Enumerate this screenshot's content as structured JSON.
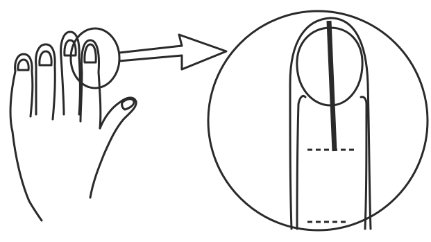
{
  "figure": {
    "kind": "line-drawing",
    "ink_color": "#2a2a2a",
    "background_color": "#ffffff",
    "parts": [
      "hand-outline",
      "magnifier-circle-small",
      "pointer-arrow",
      "magnified-finger-circle",
      "finger-nail",
      "center-line",
      "dashed-mark-upper",
      "dashed-mark-lower"
    ]
  }
}
